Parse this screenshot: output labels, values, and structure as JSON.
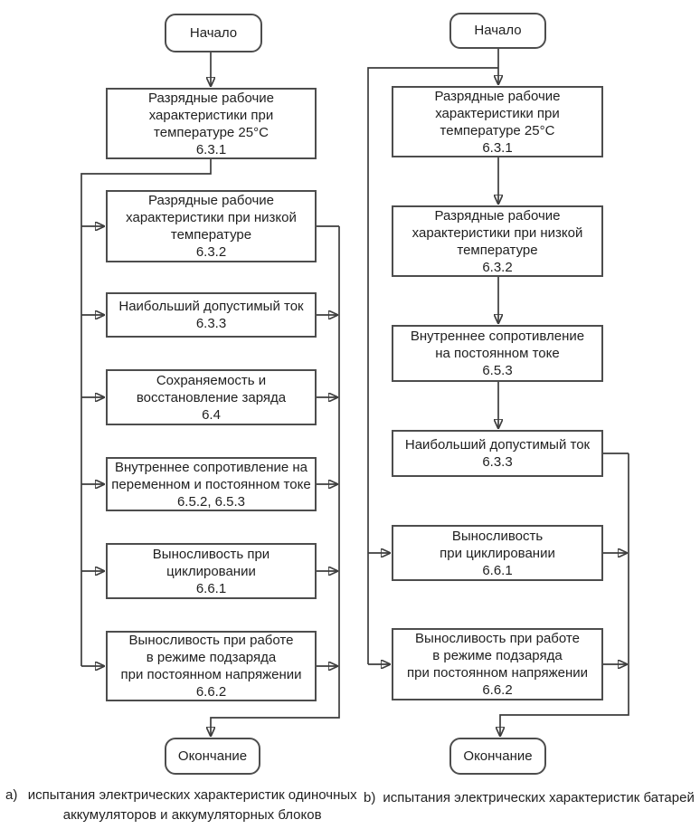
{
  "colors": {
    "background": "#ffffff",
    "line": "#3d3d3d",
    "arrowhead": "#1f1f1f",
    "box_border": "#4d4d4d",
    "text": "#1f1f1f"
  },
  "flow_a": {
    "start": "Начало",
    "end": "Окончание",
    "steps": [
      {
        "label": "Разрядные рабочие\nхарактеристики при\nтемпературе 25°С",
        "ref": "6.3.1"
      },
      {
        "label": "Разрядные рабочие\nхарактеристики при низкой\nтемпературе",
        "ref": "6.3.2"
      },
      {
        "label": "Наибольший допустимый ток",
        "ref": "6.3.3"
      },
      {
        "label": "Сохраняемость и\nвосстановление заряда",
        "ref": "6.4"
      },
      {
        "label": "Внутреннее сопротивление на\nпеременном и постоянном токе",
        "ref": "6.5.2, 6.5.3"
      },
      {
        "label": "Выносливость при\nциклировании",
        "ref": "6.6.1"
      },
      {
        "label": "Выносливость при работе\nв режиме подзаряда\nпри постоянном напряжении",
        "ref": "6.6.2"
      }
    ],
    "caption_marker": "a)",
    "caption": "испытания электрических характеристик одиночных\nаккумуляторов и аккумуляторных блоков"
  },
  "flow_b": {
    "start": "Начало",
    "end": "Окончание",
    "steps": [
      {
        "label": "Разрядные рабочие\nхарактеристики при\nтемпературе 25°С",
        "ref": "6.3.1"
      },
      {
        "label": "Разрядные рабочие\nхарактеристики при низкой\nтемпературе",
        "ref": "6.3.2"
      },
      {
        "label": "Внутреннее сопротивление\nна постоянном токе",
        "ref": "6.5.3"
      },
      {
        "label": "Наибольший допустимый ток",
        "ref": "6.3.3"
      },
      {
        "label": "Выносливость\nпри циклировании",
        "ref": "6.6.1"
      },
      {
        "label": "Выносливость при работе\nв режиме подзаряда\nпри постоянном напряжении",
        "ref": "6.6.2"
      }
    ],
    "caption_marker": "b)",
    "caption": "испытания электрических характеристик батарей"
  }
}
